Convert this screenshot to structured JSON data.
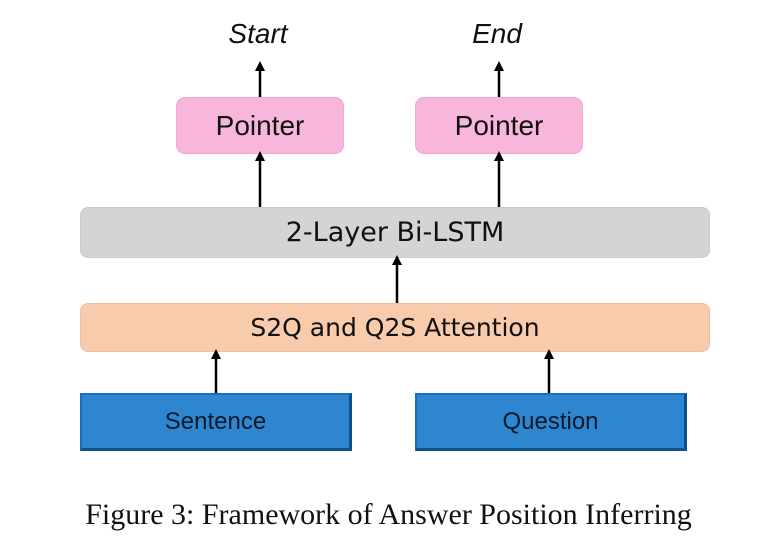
{
  "outputs": {
    "start_label": "Start",
    "end_label": "End"
  },
  "pointers": {
    "left_label": "Pointer",
    "right_label": "Pointer"
  },
  "bilstm_label": "2-Layer Bi-LSTM",
  "attention_label": "S2Q and Q2S Attention",
  "inputs": {
    "sentence_label": "Sentence",
    "question_label": "Question"
  },
  "caption": "Figure 3: Framework of Answer Position Inferring",
  "colors": {
    "pointer_fill": "#f9b6dc",
    "bilstm_fill": "#d4d4d4",
    "attention_fill": "#f7cbab",
    "input_fill": "#2e86d1",
    "arrow": "#000000"
  }
}
